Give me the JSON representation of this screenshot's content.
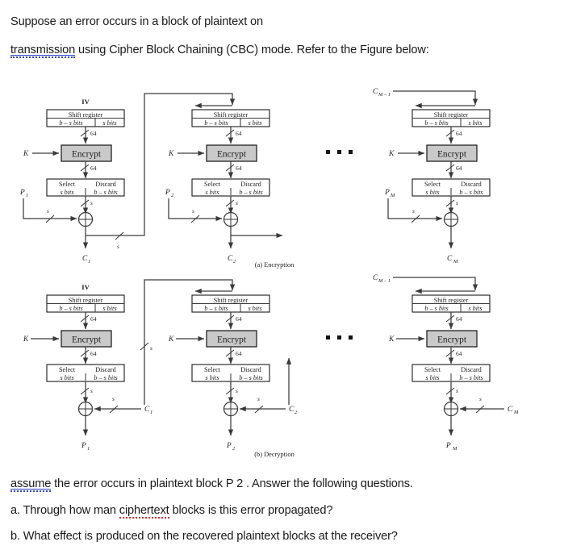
{
  "document": {
    "intro_line_1": "Suppose an error occurs in a block of plaintext on",
    "intro_line_2_pre": "transmission",
    "intro_line_2_post": " using Cipher Block Chaining (CBC) mode. Refer to the Figure below:",
    "outro_line_1_pre": "assume",
    "outro_line_1_post": " the error occurs in plaintext block P 2 . Answer the following questions.",
    "question_a_pre": "a. Through how man ",
    "question_a_mid": "ciphertext",
    "question_a_post": " blocks is this error propagated?",
    "question_b": "b. What effect is produced on the recovered plaintext blocks at the receiver?"
  },
  "figure": {
    "caption_a": "(a) Encryption",
    "caption_b": "(b) Decryption",
    "ellipsis": "▪ ▪ ▪",
    "iv_label": "IV",
    "key_label": "K",
    "shift_register": {
      "title": "Shift register",
      "left_cell": "b – s bits",
      "right_cell": "s bits"
    },
    "select_discard": {
      "left_title": "Select",
      "left_cell": "s bits",
      "right_title": "Discard",
      "right_cell": "b – s bits"
    },
    "encrypt_label": "Encrypt",
    "bus_width": "64",
    "s_label": "s",
    "encryption": {
      "stage_1": {
        "plaintext": "P",
        "plaintext_sub": "1",
        "ciphertext": "C",
        "ciphertext_sub": "1"
      },
      "stage_2": {
        "plaintext": "P",
        "plaintext_sub": "2",
        "ciphertext": "C",
        "ciphertext_sub": "2"
      },
      "stage_m": {
        "plaintext": "P",
        "plaintext_sub": "M",
        "ciphertext": "C",
        "ciphertext_sub": "M",
        "feedback_in": "C",
        "feedback_in_sub": "M – 1"
      }
    },
    "decryption": {
      "stage_1": {
        "ciphertext": "C",
        "ciphertext_sub": "1",
        "plaintext": "P",
        "plaintext_sub": "1"
      },
      "stage_2": {
        "ciphertext": "C",
        "ciphertext_sub": "2",
        "plaintext": "P",
        "plaintext_sub": "2"
      },
      "stage_m": {
        "ciphertext": "C",
        "ciphertext_sub": "M",
        "plaintext": "P",
        "plaintext_sub": "M",
        "feedback_in": "C",
        "feedback_in_sub": "M – 1"
      }
    }
  },
  "colors": {
    "encrypt_fill": "#c9c9c9",
    "line": "#3a3a3a",
    "text": "#1a1a1a",
    "spell_blue": "#3245cf",
    "spell_red": "#cf3030"
  }
}
